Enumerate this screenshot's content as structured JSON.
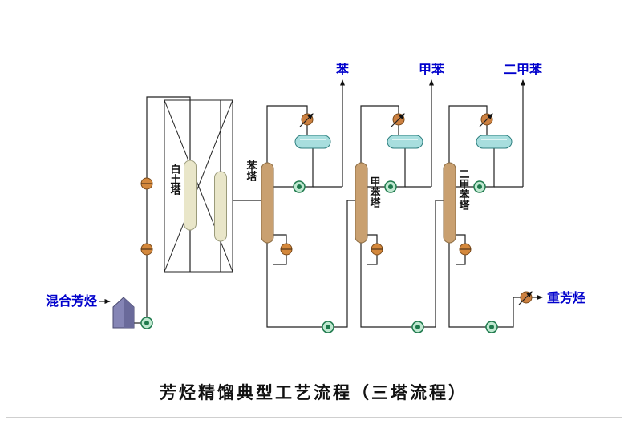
{
  "title": "芳烃精馏典型工艺流程（三塔流程）",
  "streams": {
    "feed": "混合芳烃",
    "benzene": "苯",
    "toluene": "甲苯",
    "xylene": "二甲苯",
    "heavy": "重芳烃"
  },
  "equipment": {
    "clay_tower": "白土塔",
    "benzene_column": "苯塔",
    "toluene_column": "甲苯塔",
    "xylene_column": "二甲苯塔"
  },
  "colors": {
    "stream_label": "#0000cc",
    "title_text": "#111111",
    "column_fill": "#c9a070",
    "clay_fill": "#e9e6c9",
    "drum_fill": "#a8dede",
    "pump_fill": "#bfe8d0",
    "valve_fill": "#cc8040",
    "hopper_fill": "#8585b5"
  }
}
